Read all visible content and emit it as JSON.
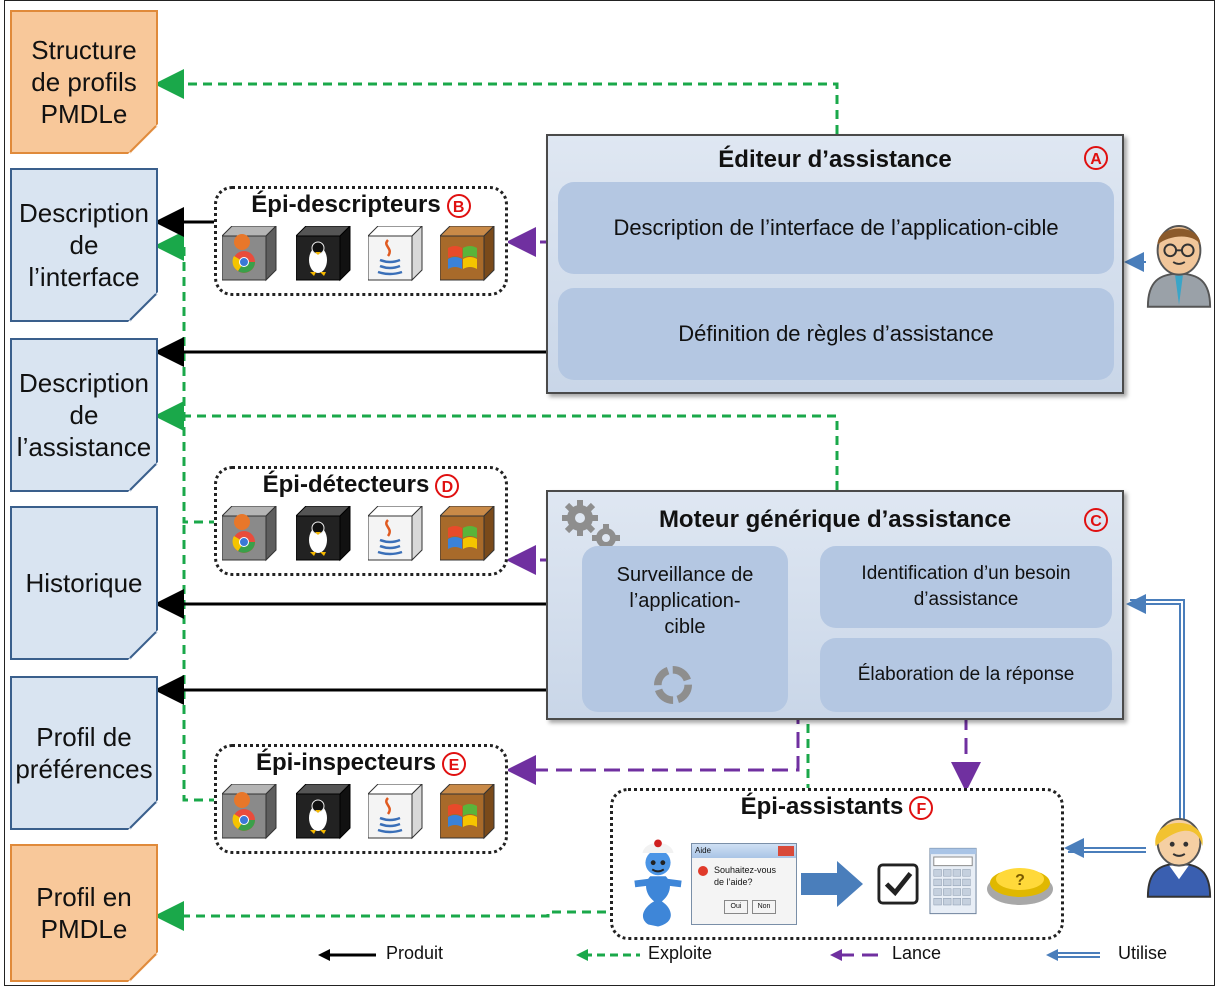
{
  "documents": {
    "structure_profils": [
      "Structure",
      "de profils",
      "PMDLe"
    ],
    "description_interface": [
      "Description",
      "de",
      "l’interface"
    ],
    "description_assistance": [
      "Description",
      "de",
      "l’assistance"
    ],
    "historique": [
      "Historique"
    ],
    "profil_preferences": [
      "Profil de",
      "préférences"
    ],
    "profil_pmdle": [
      "Profil en",
      "PMDLe"
    ]
  },
  "editeur": {
    "title": "Éditeur d’assistance",
    "badge": "A",
    "description": "Description de l’interface de l’application-cible",
    "definition": "Définition de règles d’assistance"
  },
  "moteur": {
    "title": "Moteur générique d’assistance",
    "badge": "C",
    "surveillance": [
      "Surveillance de",
      "l’application-",
      "cible"
    ],
    "identification": [
      "Identification d’un besoin",
      "d’assistance"
    ],
    "elaboration": "Élaboration de la réponse"
  },
  "epi_descripteurs": {
    "title": "Épi-descripteurs",
    "badge": "B"
  },
  "epi_detecteurs": {
    "title": "Épi-détecteurs",
    "badge": "D"
  },
  "epi_inspecteurs": {
    "title": "Épi-inspecteurs",
    "badge": "E"
  },
  "epi_assistants": {
    "title": "Épi-assistants",
    "badge": "F",
    "dialog_title": "Aide",
    "dialog_text": [
      "Souhaitez-vous",
      "de l’aide?"
    ],
    "dialog_buttons": [
      "Oui",
      "Non"
    ]
  },
  "cube_icons": [
    "firefox-chrome-icon",
    "linux-tux-icon",
    "java-icon",
    "windows-icon"
  ],
  "legend": {
    "produit": "Produit",
    "exploite": "Exploite",
    "lance": "Lance",
    "utilise": "Utilise"
  },
  "colors": {
    "produit": "#000000",
    "exploite": "#1aa84a",
    "lance": "#7030a0",
    "utilise": "#4a7ebb",
    "badge": "#e01010",
    "doc_blue": "#d9e4f1",
    "doc_orange": "#f8c89a"
  }
}
